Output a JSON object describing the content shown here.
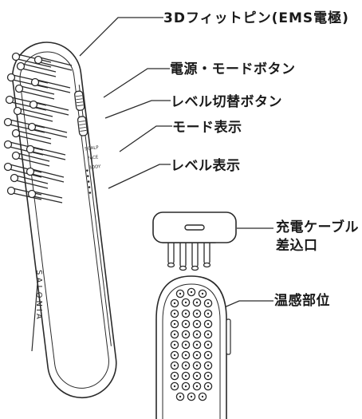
{
  "labels": {
    "pin": "3Dフィットピン(EMS電極)",
    "power_button": "電源・モードボタン",
    "level_button": "レベル切替ボタン",
    "mode_display": "モード表示",
    "level_display": "レベル表示",
    "charge_port_line1": "充電ケーブル",
    "charge_port_line2": "差込口",
    "warm_part": "温感部位"
  },
  "device": {
    "brand": "SALONIA",
    "mode_indicators": [
      "SCALP",
      "FACE",
      "BODY"
    ]
  },
  "colors": {
    "stroke": "#2a2a2a",
    "background": "#ffffff"
  }
}
